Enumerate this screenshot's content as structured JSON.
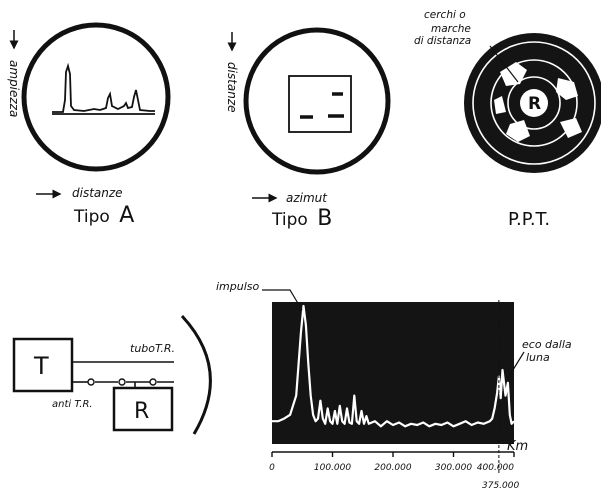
{
  "displays": {
    "tipo_a": {
      "caption_word": "Tipo",
      "caption_letter": "A",
      "vertical_axis_label": "ampiezza",
      "horizontal_axis_label": "distanze"
    },
    "tipo_b": {
      "caption_word": "Tipo",
      "caption_letter": "B",
      "vertical_axis_label": "distanze",
      "horizontal_axis_label": "azimut"
    },
    "ppt": {
      "caption": "P.P.T.",
      "annotation_lines": [
        "cerchi o",
        "marche",
        "di distanza"
      ],
      "center_letter": "R"
    }
  },
  "circuit": {
    "transmitter_label": "T",
    "receiver_label": "R",
    "tube_label": "tuboT.R.",
    "anti_tr_label": "anti T.R."
  },
  "oscillogram": {
    "pulse_label": "impulso",
    "echo_label_lines": [
      "eco dalla",
      "luna"
    ],
    "axis_unit": "Km",
    "ticks": [
      "0",
      "100.000",
      "200.000",
      "300.000",
      "400.000"
    ],
    "marker_label": "375.000"
  },
  "chart_data": {
    "type": "line",
    "title": "",
    "xlabel": "Km",
    "ylabel": "",
    "xlim": [
      0,
      400000
    ],
    "x_ticks": [
      0,
      100000,
      200000,
      300000,
      400000
    ],
    "grid": false,
    "background": "#141414",
    "trace_color": "#ffffff",
    "series": [
      {
        "x": [
          0,
          10000,
          20000,
          30000,
          40000,
          44000,
          48000,
          52000,
          56000,
          60000,
          64000,
          68000,
          72000,
          76000,
          80000,
          84000,
          88000,
          92000,
          96000,
          100000,
          104000,
          108000,
          112000,
          116000,
          120000,
          124000,
          128000,
          132000,
          136000,
          140000,
          144000,
          148000,
          152000,
          156000,
          160000,
          170000,
          180000,
          190000,
          200000,
          210000,
          220000,
          230000,
          240000,
          250000,
          260000,
          270000,
          280000,
          290000,
          300000,
          310000,
          320000,
          330000,
          340000,
          350000,
          360000,
          364000,
          368000,
          372000,
          375000,
          378000,
          381000,
          384000,
          386000,
          388000,
          390000,
          393000,
          396000,
          400000
        ],
        "y": [
          0.1,
          0.1,
          0.12,
          0.15,
          0.3,
          0.55,
          0.8,
          1.0,
          0.85,
          0.55,
          0.3,
          0.15,
          0.1,
          0.12,
          0.26,
          0.12,
          0.08,
          0.2,
          0.1,
          0.08,
          0.18,
          0.08,
          0.22,
          0.1,
          0.08,
          0.2,
          0.09,
          0.08,
          0.3,
          0.1,
          0.08,
          0.18,
          0.08,
          0.14,
          0.08,
          0.1,
          0.06,
          0.1,
          0.07,
          0.09,
          0.06,
          0.08,
          0.07,
          0.09,
          0.06,
          0.08,
          0.07,
          0.09,
          0.06,
          0.08,
          0.1,
          0.07,
          0.09,
          0.08,
          0.1,
          0.12,
          0.2,
          0.32,
          0.45,
          0.28,
          0.5,
          0.38,
          0.3,
          0.35,
          0.4,
          0.15,
          0.08,
          0.1
        ]
      }
    ],
    "annotations": [
      {
        "text": "impulso",
        "x": 52000
      },
      {
        "text": "eco dalla luna",
        "x": 381000
      },
      {
        "text": "375.000",
        "x": 375000
      }
    ]
  }
}
